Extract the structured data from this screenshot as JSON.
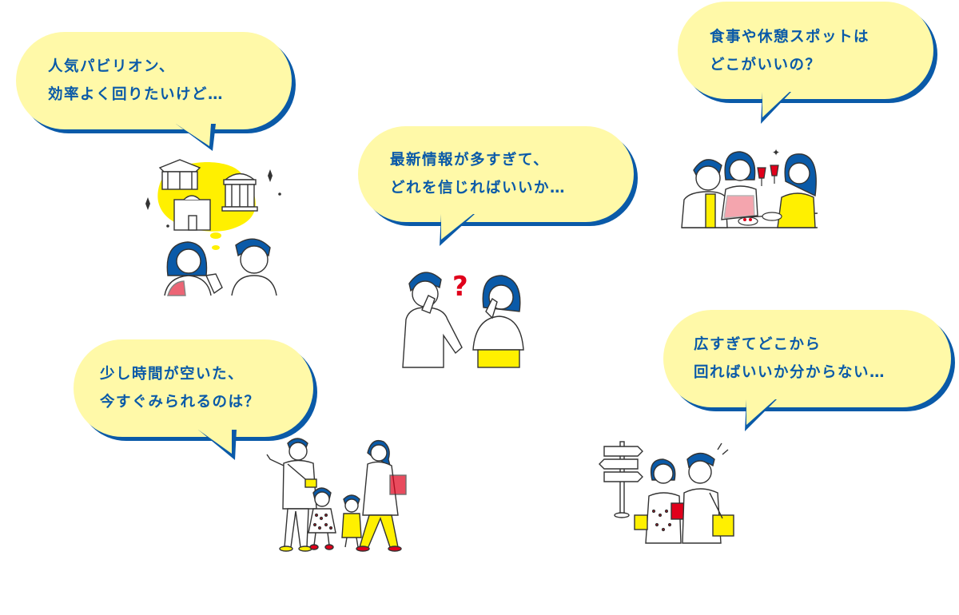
{
  "bubbles": {
    "pavilion": {
      "line1": "人気パビリオン、",
      "line2": "効率よく回りたいけど…"
    },
    "info": {
      "line1": "最新情報が多すぎて、",
      "line2": "どれを信じればいいか…"
    },
    "food": {
      "line1": "食事や休憩スポットは",
      "line2": "どこがいいの？"
    },
    "time": {
      "line1": "少し時間が空いた、",
      "line2": "今すぐみられるのは？"
    },
    "route": {
      "line1": "広すぎてどこから",
      "line2": "回ればいいか分からない…"
    }
  },
  "colors": {
    "bubble_fill": "#fff9a8",
    "accent_blue": "#0a5aa8",
    "yellow": "#fff000",
    "red": "#e0001b"
  }
}
